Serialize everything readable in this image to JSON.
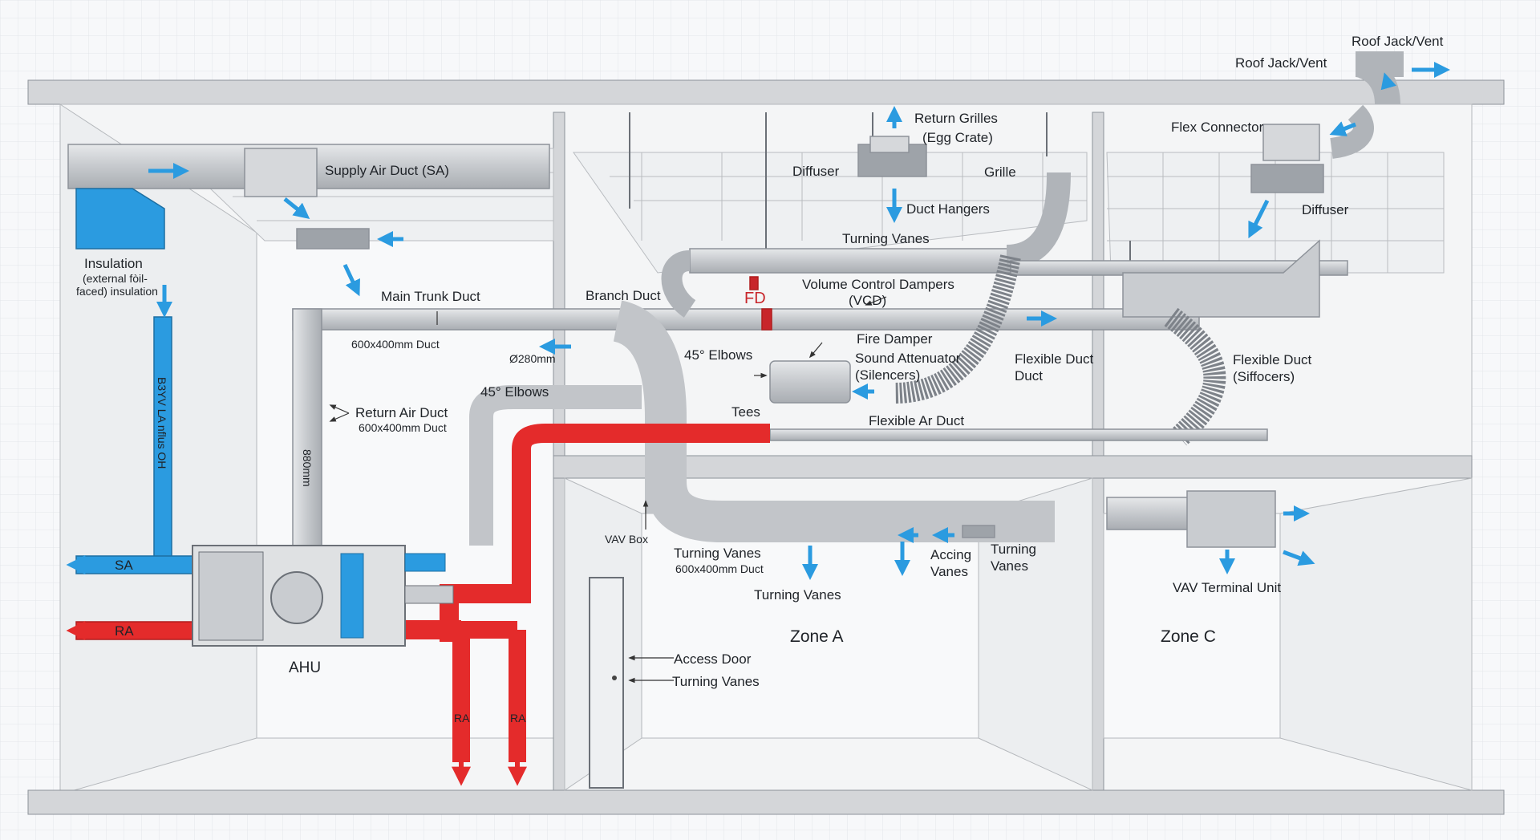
{
  "colors": {
    "supply": "#2b9be0",
    "return": "#e42b2b",
    "duct": "#c9ccd0",
    "duct_edge": "#8d9299",
    "structure": "#d9dadc",
    "grid": "#e3e6ea"
  },
  "labels": {
    "roof_jack_vent_top": "Roof Jack/Vent",
    "roof_jack_vent": "Roof Jack/Vent",
    "return_grilles_1": "Return Grilles",
    "return_grilles_2": "(Egg Crate)",
    "flex_connector": "Flex Connector",
    "supply_air_duct": "Supply Air Duct (SA)",
    "diffuser_center": "Diffuser",
    "grille": "Grille",
    "duct_hangers": "Duct Hangers",
    "diffuser_right": "Diffuser",
    "turning_vanes_ceiling": "Turning Vanes",
    "insulation_1": "Insulation",
    "insulation_2": "(external fòil-",
    "insulation_3": "faced) insulation",
    "main_trunk_duct": "Main Trunk Duct",
    "branch_duct": "Branch Duct",
    "fd": "FD",
    "vcd_1": "Volume Control Dampers",
    "vcd_2": "(VCD)",
    "duct_600_main": "600x400mm Duct",
    "fire_damper": "Fire Damper",
    "sound_attenuator_1": "Sound Attenuator",
    "sound_attenuator_2": "(Silencers)",
    "flexible_duct_1": "Flexible Duct",
    "flexible_duct_2": "Duct",
    "flexible_duct_right_1": "Flexible Duct",
    "flexible_duct_right_2": "(Siffocers)",
    "dia_280": "Ø280mm",
    "elbows_45_upper": "45° Elbows",
    "elbows_45_lower": "45° Elbows",
    "return_air_duct_1": "Return Air Duct",
    "return_air_duct_2": "600x400mm Duct",
    "tees": "Tees",
    "flexible_ar_duct": "Flexible Ar Duct",
    "vertical_880": "880mm",
    "vertical_riser": "B3YV LA nflus OH",
    "sa": "SA",
    "ra": "RA",
    "ahu": "AHU",
    "ra_down_1": "RA",
    "ra_down_2": "RA",
    "vav_box": "VAV Box",
    "turning_vanes_low_1": "Turning Vanes",
    "turning_vanes_low_2": "600x400mm Duct",
    "accing_vanes_1": "Accing",
    "accing_vanes_2": "Vanes",
    "turning_vanes_right_1": "Turning",
    "turning_vanes_right_2": "Vanes",
    "vav_terminal_unit": "VAV Terminal Unit",
    "turning_vanes_bottom": "Turning Vanes",
    "zone_a": "Zone A",
    "zone_c": "Zone C",
    "access_door": "Access Door",
    "turning_vanes_door": "Turning Vanes"
  }
}
